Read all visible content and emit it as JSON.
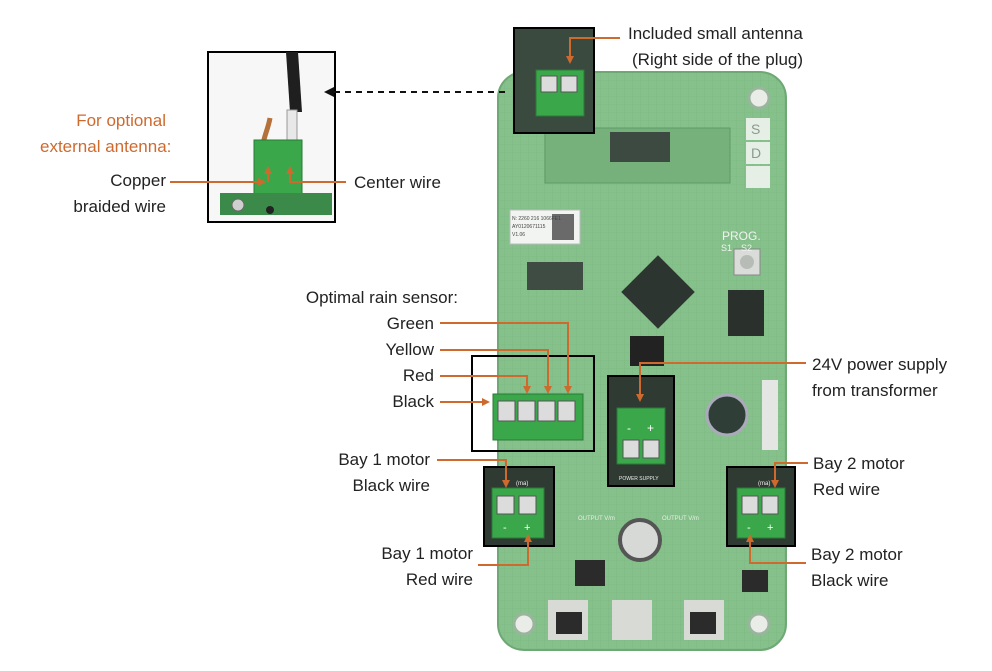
{
  "colors": {
    "arrow": "#cf6a2f",
    "board": "#7fbf86",
    "terminal": "#3aa84a",
    "box": "#000000"
  },
  "labels": {
    "antenna_small": [
      "Included small antenna",
      "(Right side of the plug)"
    ],
    "optional_antenna": [
      "For optional",
      "external antenna:"
    ],
    "copper": [
      "Copper",
      "braided wire"
    ],
    "center_wire": "Center wire",
    "rain_title": "Optimal rain sensor:",
    "rain_wires": [
      "Green",
      "Yellow",
      "Red",
      "Black"
    ],
    "power": [
      "24V power supply",
      "from transformer"
    ],
    "bay1_black": [
      "Bay 1 motor",
      "Black wire"
    ],
    "bay1_red": [
      "Bay 1 motor",
      "Red wire"
    ],
    "bay2_red": [
      "Bay 2 motor",
      "Red wire"
    ],
    "bay2_black": [
      "Bay 2 motor",
      "Black wire"
    ]
  },
  "board_text": {
    "prog": "PROG.",
    "buttons": [
      "S1",
      "S2"
    ],
    "side_letters": [
      "S",
      "D"
    ],
    "sticker": [
      "N: 2260 216 1066FE1",
      "AY0120671115",
      "V1.06"
    ],
    "power_label": "POWER SUPPLY",
    "terminal_signs": [
      "-",
      "+"
    ],
    "output_labels": [
      "OUTPUT V/m",
      "OUTPUT V/m"
    ],
    "bay_marks": [
      "(ma)",
      "(ma)"
    ]
  }
}
